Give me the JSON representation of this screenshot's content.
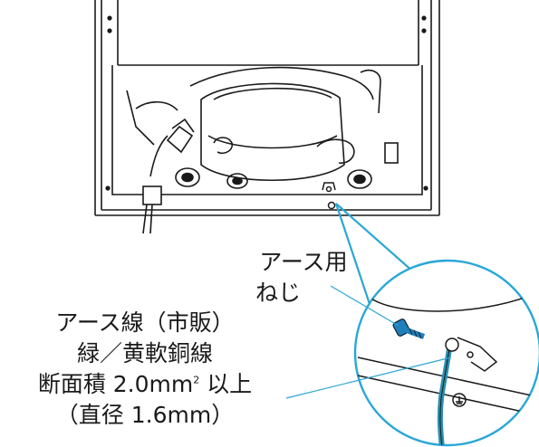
{
  "labels": {
    "screw_line1": "アース用",
    "screw_line2": "ねじ",
    "wire_line1": "アース線（市販）",
    "wire_line2": "緑／黄軟銅線",
    "wire_line3_main": "断面積 2.0mm",
    "wire_line3_sup": "2",
    "wire_line3_tail": " 以上",
    "wire_line4": "（直径 1.6mm）"
  },
  "colors": {
    "line": "#1a1a1a",
    "callout": "#2aa7d6",
    "screw": "#1f7fb8",
    "wire": "#2a8fb0"
  }
}
